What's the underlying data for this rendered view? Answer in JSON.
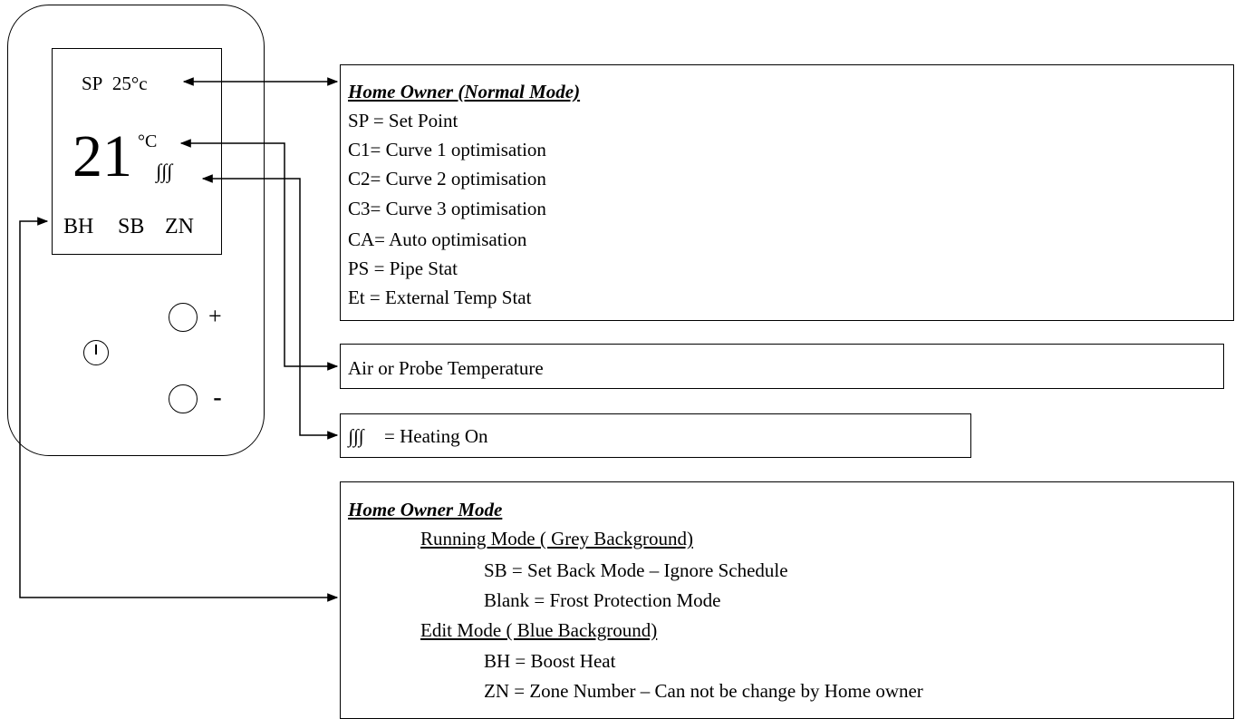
{
  "device": {
    "setpoint_label": "SP",
    "setpoint_value": "25",
    "setpoint_unit": "°c",
    "temperature": "21",
    "temperature_unit": "°C",
    "heating_symbol": "∫∫∫",
    "mode_labels": [
      "BH",
      "SB",
      "ZN"
    ],
    "plus_label": "+",
    "minus_label": "-"
  },
  "normal_mode_box": {
    "title": "Home Owner (Normal Mode)",
    "lines": [
      "SP = Set Point",
      "C1= Curve 1 optimisation",
      "C2= Curve 2 optimisation",
      "C3= Curve 3 optimisation",
      "CA= Auto optimisation",
      "PS = Pipe Stat",
      "Et = External Temp Stat"
    ]
  },
  "air_box": {
    "text": "Air or Probe Temperature"
  },
  "heating_box": {
    "symbol": "∫∫∫",
    "text": "= Heating  On"
  },
  "home_owner_mode_box": {
    "title": "Home Owner Mode",
    "running_heading": "Running Mode ( Grey Background)",
    "running_items": [
      "SB = Set Back Mode – Ignore Schedule",
      "Blank = Frost Protection Mode"
    ],
    "edit_heading": "Edit Mode ( Blue Background)",
    "edit_items": [
      "BH = Boost Heat",
      "ZN = Zone Number – Can not be change by Home owner"
    ]
  }
}
